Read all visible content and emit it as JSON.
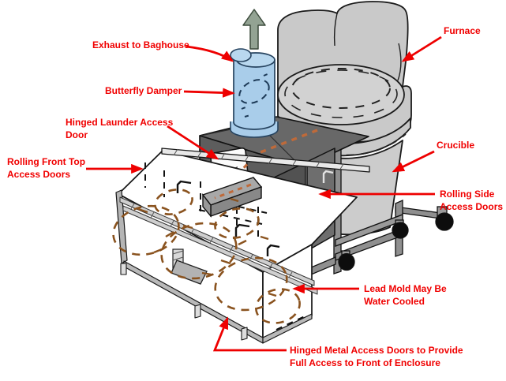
{
  "diagram_title": "Furnace enclosure with exhaust and access doors",
  "colors": {
    "label_red": "#f00000",
    "arrow_red": "#ee0000",
    "furnace_gray": "#c9c9c9",
    "hood_dark_gray": "#636363",
    "frame_gray": "#8f8f8f",
    "pipe_blue": "#a9cdea",
    "swirl_brown": "#8a531f",
    "launder_orange": "#bf6a3a",
    "caster_black": "#0d0d0d"
  },
  "icons": {
    "up_arrow": "exhaust-flow-up-arrow",
    "damper": "butterfly-damper-dashed-ellipse",
    "propeller": "launder-door-propeller-glyph"
  },
  "labels": [
    {
      "id": "exhaust-to-baghouse",
      "lines": [
        "Exhaust to Baghouse"
      ]
    },
    {
      "id": "butterfly-damper",
      "lines": [
        "Butterfly Damper"
      ]
    },
    {
      "id": "hinged-launder-access-door",
      "lines": [
        "Hinged Launder Access",
        "Door"
      ]
    },
    {
      "id": "rolling-front-top-access-doors",
      "lines": [
        "Rolling Front Top",
        "Access Doors"
      ]
    },
    {
      "id": "furnace",
      "lines": [
        "Furnace"
      ]
    },
    {
      "id": "crucible",
      "lines": [
        "Crucible"
      ]
    },
    {
      "id": "rolling-side-access-doors",
      "lines": [
        "Rolling Side",
        "Access Doors"
      ]
    },
    {
      "id": "lead-mold-water-cooled",
      "lines": [
        "Lead Mold May Be",
        "Water Cooled"
      ]
    },
    {
      "id": "hinged-metal-access-doors",
      "lines": [
        "Hinged Metal Access Doors to Provide",
        "Full Access to Front of Enclosure"
      ]
    }
  ]
}
